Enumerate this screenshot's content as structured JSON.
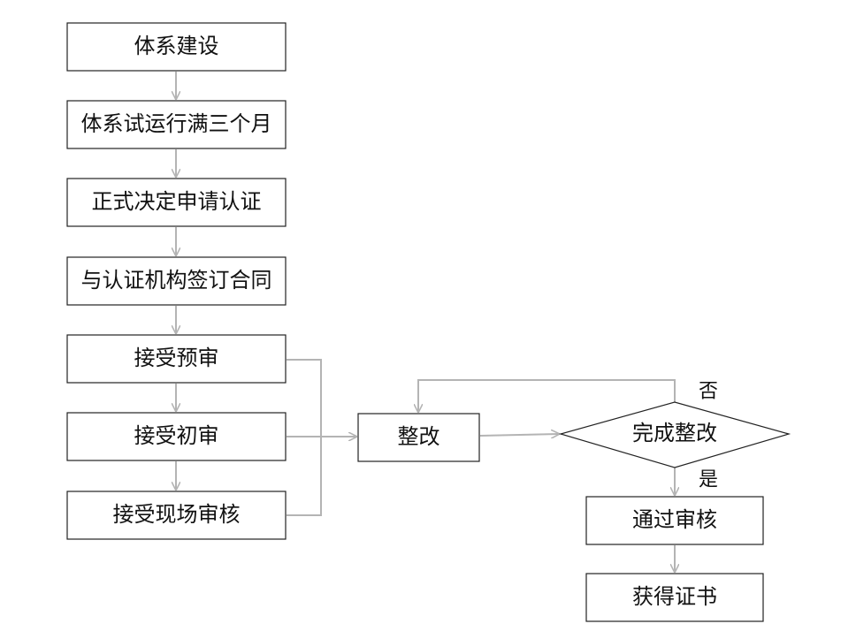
{
  "nodes": {
    "build_system": "体系建设",
    "trial_run": "体系试运行满三个月",
    "decide_apply": "正式决定申请认证",
    "sign_contract": "与认证机构签订合同",
    "pre_audit": "接受预审",
    "initial_audit": "接受初审",
    "onsite_audit": "接受现场审核",
    "rectify": "整改",
    "rectify_done": "完成整改",
    "pass_audit": "通过审核",
    "get_certificate": "获得证书"
  },
  "edge_labels": {
    "no": "否",
    "yes": "是"
  },
  "colors": {
    "box_border": "#222222",
    "arrow": "#b4b4b4",
    "text": "#111111"
  }
}
